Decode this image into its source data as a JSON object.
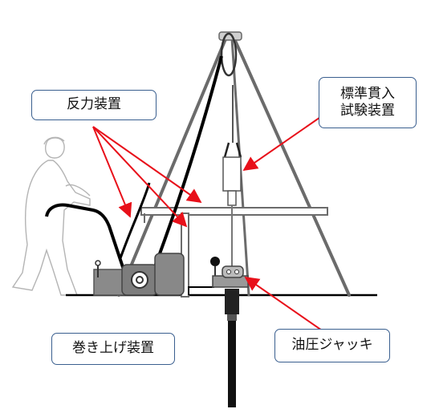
{
  "labels": {
    "reaction_device": "反力装置",
    "spt_device": "標準貫入\n試験装置",
    "winch_device": "巻き上げ装置",
    "hydraulic_jack": "油圧ジャッキ"
  },
  "colors": {
    "callout_arrow": "#e8101a",
    "box_border": "#3a5f8f",
    "frame_stroke": "#6b6b6b",
    "machine_fill": "#808080",
    "ground_line": "#000000",
    "rod": "#111111"
  },
  "icons": [
    "operator-silhouette",
    "tripod-frame",
    "winch-machine",
    "hydraulic-jack",
    "drop-hammer",
    "sampler-rod"
  ]
}
